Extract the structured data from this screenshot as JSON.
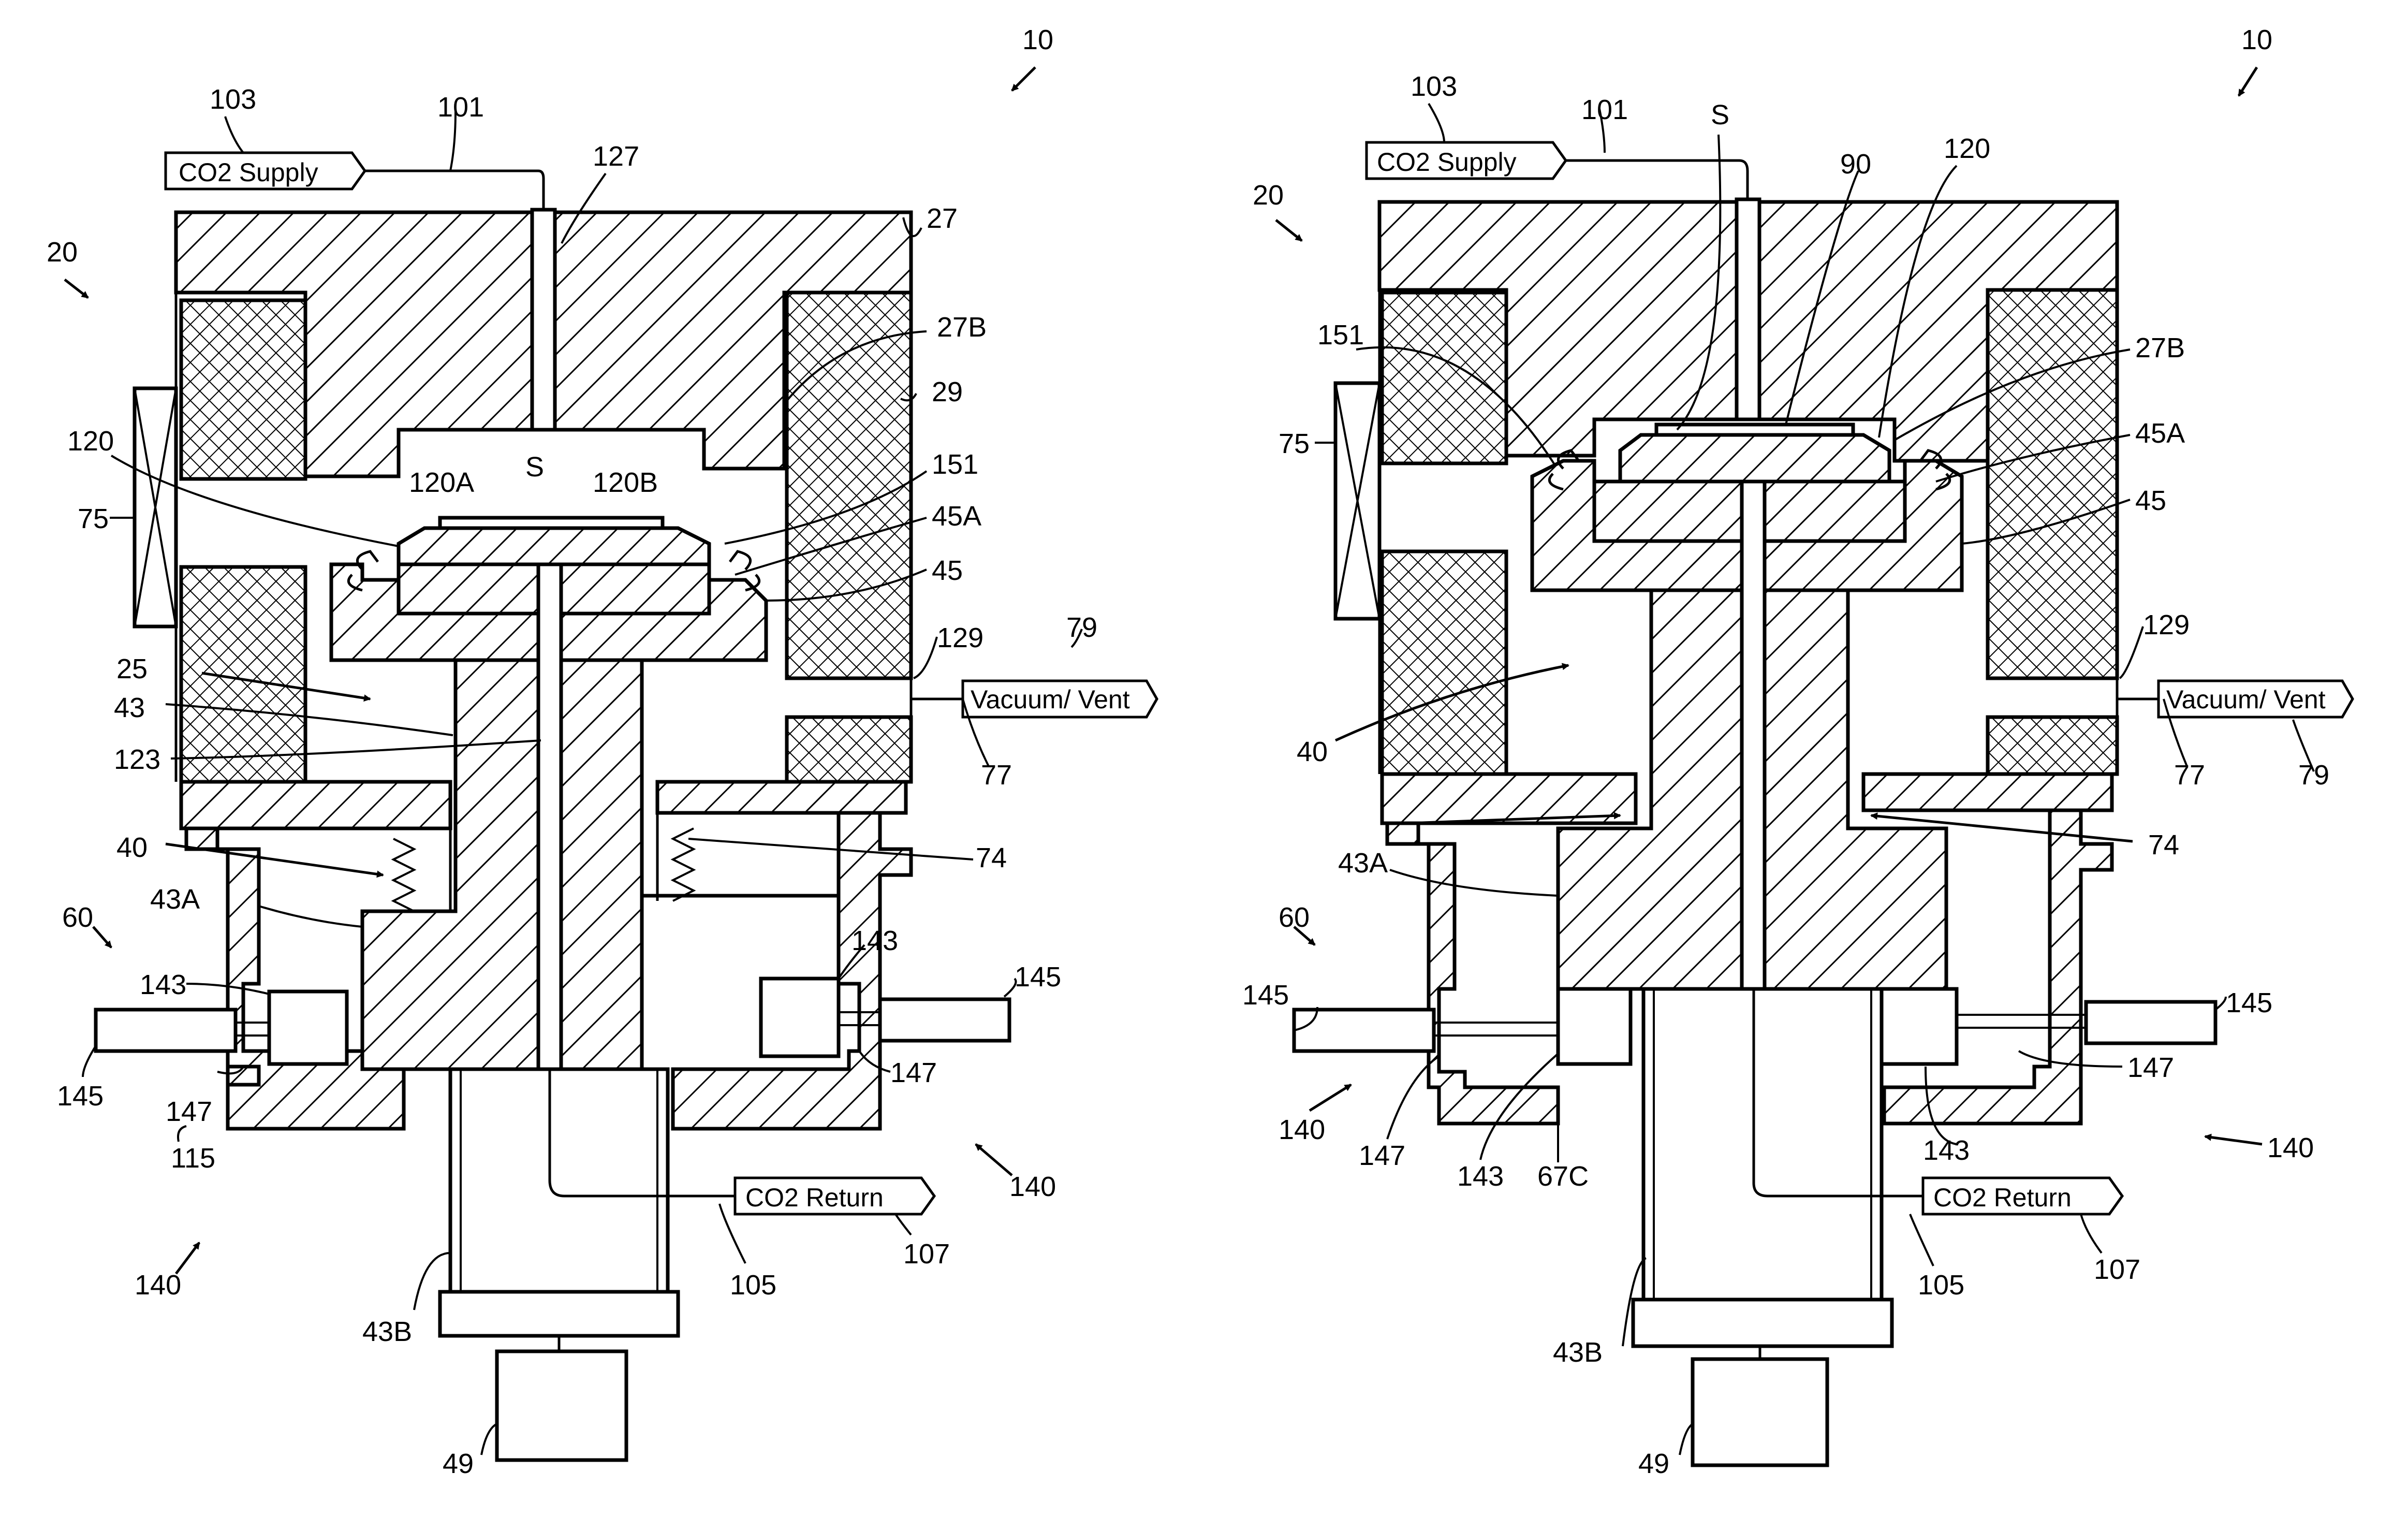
{
  "figure_left": {
    "labels": {
      "ref_10": "10",
      "ref_20": "20",
      "ref_25": "25",
      "ref_27": "27",
      "ref_27b": "27B",
      "ref_29": "29",
      "ref_40": "40",
      "ref_43": "43",
      "ref_43a": "43A",
      "ref_43b": "43B",
      "ref_45": "45",
      "ref_45a": "45A",
      "ref_49": "49",
      "ref_60": "60",
      "ref_74": "74",
      "ref_75": "75",
      "ref_77": "77",
      "ref_79": "79",
      "ref_101": "101",
      "ref_103": "103",
      "ref_105": "105",
      "ref_107": "107",
      "ref_115": "115",
      "ref_120": "120",
      "ref_120a": "120A",
      "ref_120b": "120B",
      "ref_123": "123",
      "ref_127": "127",
      "ref_129": "129",
      "ref_140a": "140",
      "ref_140b": "140",
      "ref_143a": "143",
      "ref_143b": "143",
      "ref_145a": "145",
      "ref_145b": "145",
      "ref_147a": "147",
      "ref_147b": "147",
      "ref_151": "151",
      "ref_s": "S"
    },
    "tags": {
      "co2_supply": "CO2 Supply",
      "co2_return": "CO2 Return",
      "vacuum_vent": "Vacuum/ Vent"
    }
  },
  "figure_right": {
    "labels": {
      "ref_10": "10",
      "ref_20": "20",
      "ref_27b": "27B",
      "ref_40": "40",
      "ref_43a": "43A",
      "ref_43b": "43B",
      "ref_45": "45",
      "ref_45a": "45A",
      "ref_49": "49",
      "ref_60": "60",
      "ref_67c": "67C",
      "ref_74": "74",
      "ref_75": "75",
      "ref_77": "77",
      "ref_79": "79",
      "ref_90": "90",
      "ref_101": "101",
      "ref_103": "103",
      "ref_105": "105",
      "ref_107": "107",
      "ref_120": "120",
      "ref_129": "129",
      "ref_140a": "140",
      "ref_140b": "140",
      "ref_143a": "143",
      "ref_143b": "143",
      "ref_145a": "145",
      "ref_145b": "145",
      "ref_147a": "147",
      "ref_147b": "147",
      "ref_151": "151",
      "ref_s": "S"
    },
    "tags": {
      "co2_supply": "CO2 Supply",
      "co2_return": "CO2 Return",
      "vacuum_vent": "Vacuum/ Vent"
    }
  }
}
